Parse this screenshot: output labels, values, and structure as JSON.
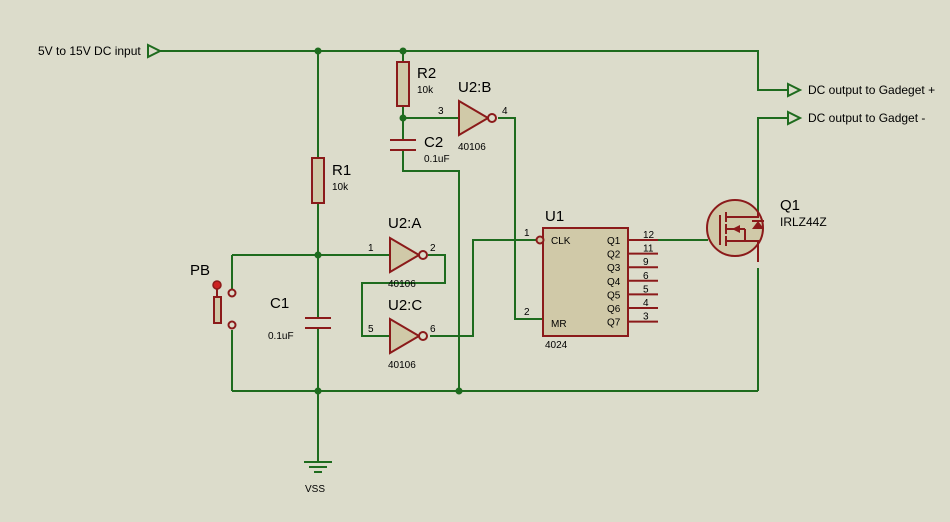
{
  "ports": {
    "input": "5V to 15V DC input",
    "out_plus": "DC output to Gadeget +",
    "out_minus": "DC output to Gadget  -"
  },
  "r1": {
    "ref": "R1",
    "value": "10k"
  },
  "r2": {
    "ref": "R2",
    "value": "10k"
  },
  "c1": {
    "ref": "C1",
    "value": "0.1uF"
  },
  "c2": {
    "ref": "C2",
    "value": "0.1uF"
  },
  "pb": {
    "ref": "PB"
  },
  "u2a": {
    "ref": "U2:A",
    "part": "40106",
    "pin_in": "1",
    "pin_out": "2"
  },
  "u2b": {
    "ref": "U2:B",
    "part": "40106",
    "pin_in": "3",
    "pin_out": "4"
  },
  "u2c": {
    "ref": "U2:C",
    "part": "40106",
    "pin_in": "5",
    "pin_out": "6"
  },
  "u1": {
    "ref": "U1",
    "part": "4024",
    "clk_label": "CLK",
    "mr_label": "MR",
    "clk_pin": "1",
    "mr_pin": "2",
    "outputs": [
      {
        "label": "Q1",
        "pin": "12"
      },
      {
        "label": "Q2",
        "pin": "11"
      },
      {
        "label": "Q3",
        "pin": "9"
      },
      {
        "label": "Q4",
        "pin": "6"
      },
      {
        "label": "Q5",
        "pin": "5"
      },
      {
        "label": "Q6",
        "pin": "4"
      },
      {
        "label": "Q7",
        "pin": "3"
      }
    ]
  },
  "q1": {
    "ref": "Q1",
    "part": "IRLZ44Z"
  },
  "ground": {
    "label": "VSS"
  },
  "colors": {
    "wire": "#1e6b1e",
    "component": "#8b1a1a",
    "body": "#d0c9a8",
    "background": "#dcdccb"
  }
}
